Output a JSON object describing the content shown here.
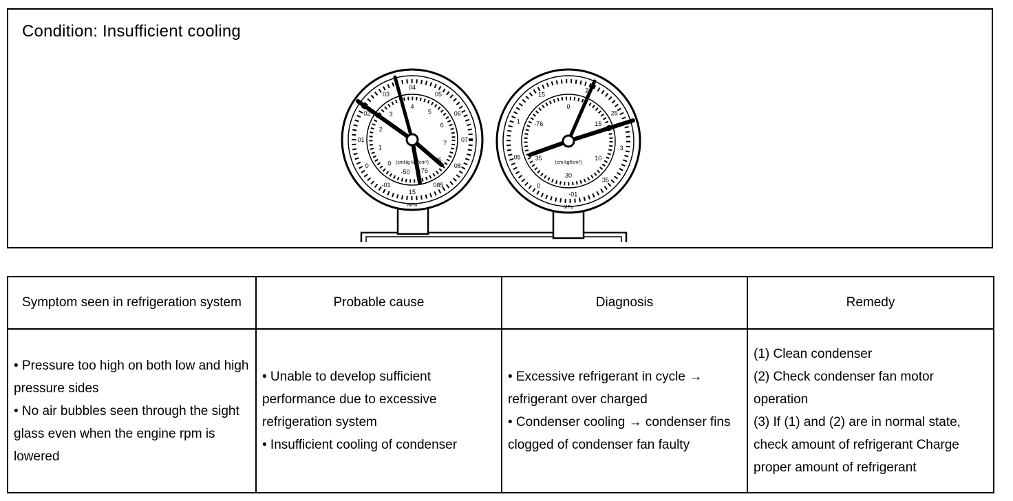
{
  "condition": {
    "title": "Condition: Insufficient cooling"
  },
  "gauges": {
    "low": {
      "outer_ticks": [
        "04",
        "05",
        "06",
        "07",
        "08",
        "085",
        "15",
        "-01",
        "0",
        "-01",
        "02",
        "03"
      ],
      "inner_ticks": [
        "4",
        "5",
        "6",
        "7",
        "95",
        "-76",
        "-50",
        "0",
        "1",
        "2",
        "3"
      ],
      "unit_label": "(cmHg kgf/cm²)",
      "mpa_label": "MPa"
    },
    "high": {
      "outer_ticks": [
        "2",
        "25",
        "3",
        "35",
        "-01",
        "0",
        "05",
        "1",
        "15"
      ],
      "inner_ticks": [
        "0",
        "15",
        "10",
        "30",
        "35",
        "-76"
      ],
      "unit_label": "(cm kgf/cm²)",
      "mpa_label": "MPa"
    }
  },
  "table": {
    "headers": [
      "Symptom seen in refrigeration system",
      "Probable cause",
      "Diagnosis",
      "Remedy"
    ],
    "symptom": [
      "• Pressure too high on both low and high pressure sides",
      "• No air bubbles seen through the sight glass even when the engine rpm is lowered"
    ],
    "cause": [
      "• Unable to develop sufficient performance due to excessive refrigeration system",
      "• Insufficient cooling of condenser"
    ],
    "diagnosis": [
      "• Excessive refrigerant in cycle → refrigerant over charged",
      "• Condenser cooling → condenser fins clogged of condenser fan faulty"
    ],
    "remedy": [
      "(1) Clean condenser",
      "(2) Check condenser fan motor operation",
      "(3) If (1) and (2) are in normal state, check amount of refrigerant Charge proper amount of refrigerant"
    ]
  }
}
